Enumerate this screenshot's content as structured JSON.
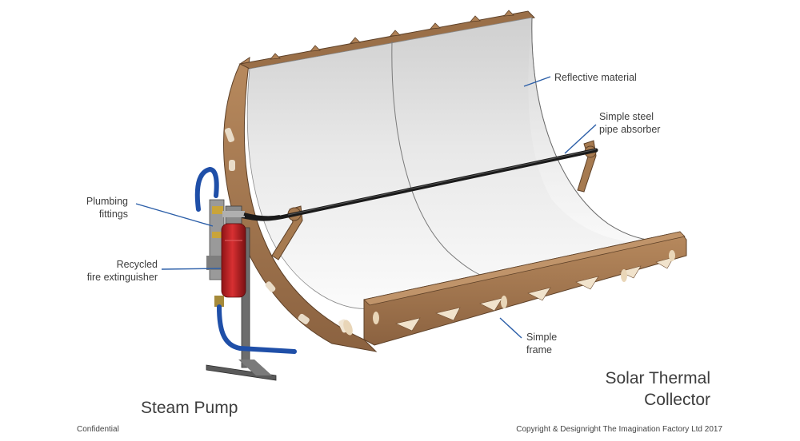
{
  "labels": {
    "reflective_material": "Reflective material",
    "steel_pipe_line1": "Simple steel",
    "steel_pipe_line2": "pipe absorber",
    "plumbing_line1": "Plumbing",
    "plumbing_line2": "fittings",
    "extinguisher_line1": "Recycled",
    "extinguisher_line2": "fire extinguisher",
    "frame_line1": "Simple",
    "frame_line2": "frame"
  },
  "titles": {
    "collector_line1": "Solar Thermal",
    "collector_line2": "Collector",
    "steam_pump": "Steam Pump"
  },
  "footer": {
    "confidential": "Confidential",
    "copyright": "Copyright & Designright The Imagination Factory Ltd 2017"
  },
  "colors": {
    "wood": "#a0764f",
    "wood_dark": "#7a5535",
    "mirror": "#e4e4e4",
    "pipe": "#1f1f1f",
    "extinguisher": "#c8282a",
    "blue_hose": "#1f4fa8",
    "leader": "#2b5ea8"
  }
}
